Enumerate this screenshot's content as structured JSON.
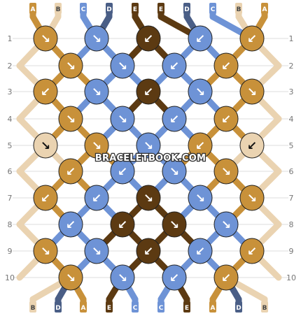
{
  "watermark": "BRACELETBOOK.COM",
  "colors": {
    "A": "#C8913A",
    "B": "#EAD3B1",
    "C": "#6E93D6",
    "D": "#4A5E86",
    "E": "#5C3A12",
    "grid": "#dddddd",
    "knot_outline": "#222222"
  },
  "top_strings": [
    "A",
    "B",
    "C",
    "D",
    "E",
    "E",
    "D",
    "C",
    "B",
    "A"
  ],
  "bottom_strings": [
    "B",
    "D",
    "A",
    "E",
    "C",
    "C",
    "E",
    "A",
    "D",
    "B"
  ],
  "row_numbers": [
    "1",
    "2",
    "3",
    "4",
    "5",
    "6",
    "7",
    "8",
    "9",
    "10"
  ],
  "knot_rows": [
    {
      "row": "1",
      "knots": [
        {
          "color": "A",
          "dir": "↘"
        },
        {
          "color": "C",
          "dir": "↘"
        },
        {
          "color": "E",
          "dir": "↙"
        },
        {
          "color": "C",
          "dir": "↙"
        },
        {
          "color": "A",
          "dir": "↙"
        }
      ]
    },
    {
      "row": "2",
      "knots": [
        {
          "color": "A",
          "dir": "↘"
        },
        {
          "color": "C",
          "dir": "↘"
        },
        {
          "color": "C",
          "dir": "↙"
        },
        {
          "color": "A",
          "dir": "↙"
        }
      ]
    },
    {
      "row": "3",
      "knots": [
        {
          "color": "A",
          "dir": "↙"
        },
        {
          "color": "C",
          "dir": "↘"
        },
        {
          "color": "E",
          "dir": "↙"
        },
        {
          "color": "C",
          "dir": "↘"
        },
        {
          "color": "A",
          "dir": "↘"
        }
      ]
    },
    {
      "row": "4",
      "knots": [
        {
          "color": "A",
          "dir": "↘"
        },
        {
          "color": "C",
          "dir": "↘"
        },
        {
          "color": "C",
          "dir": "↙"
        },
        {
          "color": "A",
          "dir": "↙"
        }
      ]
    },
    {
      "row": "5",
      "knots": [
        {
          "color": "B",
          "dir": "↘"
        },
        {
          "color": "A",
          "dir": "↘"
        },
        {
          "color": "C",
          "dir": "↘"
        },
        {
          "color": "A",
          "dir": "↙"
        },
        {
          "color": "B",
          "dir": "↙"
        }
      ]
    },
    {
      "row": "6",
      "knots": [
        {
          "color": "A",
          "dir": "↙"
        },
        {
          "color": "C",
          "dir": "↙"
        },
        {
          "color": "C",
          "dir": "↘"
        },
        {
          "color": "A",
          "dir": "↘"
        }
      ]
    },
    {
      "row": "7",
      "knots": [
        {
          "color": "A",
          "dir": "↙"
        },
        {
          "color": "C",
          "dir": "↙"
        },
        {
          "color": "E",
          "dir": "↘"
        },
        {
          "color": "C",
          "dir": "↘"
        },
        {
          "color": "A",
          "dir": "↘"
        }
      ]
    },
    {
      "row": "8",
      "knots": [
        {
          "color": "C",
          "dir": "↙"
        },
        {
          "color": "E",
          "dir": "↙"
        },
        {
          "color": "E",
          "dir": "↘"
        },
        {
          "color": "C",
          "dir": "↘"
        }
      ]
    },
    {
      "row": "9",
      "knots": [
        {
          "color": "A",
          "dir": "↘"
        },
        {
          "color": "C",
          "dir": "↘"
        },
        {
          "color": "E",
          "dir": "↙"
        },
        {
          "color": "C",
          "dir": "↙"
        },
        {
          "color": "A",
          "dir": "↙"
        }
      ]
    },
    {
      "row": "10",
      "knots": [
        {
          "color": "A",
          "dir": "↘"
        },
        {
          "color": "C",
          "dir": "↘"
        },
        {
          "color": "C",
          "dir": "↙"
        },
        {
          "color": "A",
          "dir": "↙"
        }
      ]
    }
  ]
}
